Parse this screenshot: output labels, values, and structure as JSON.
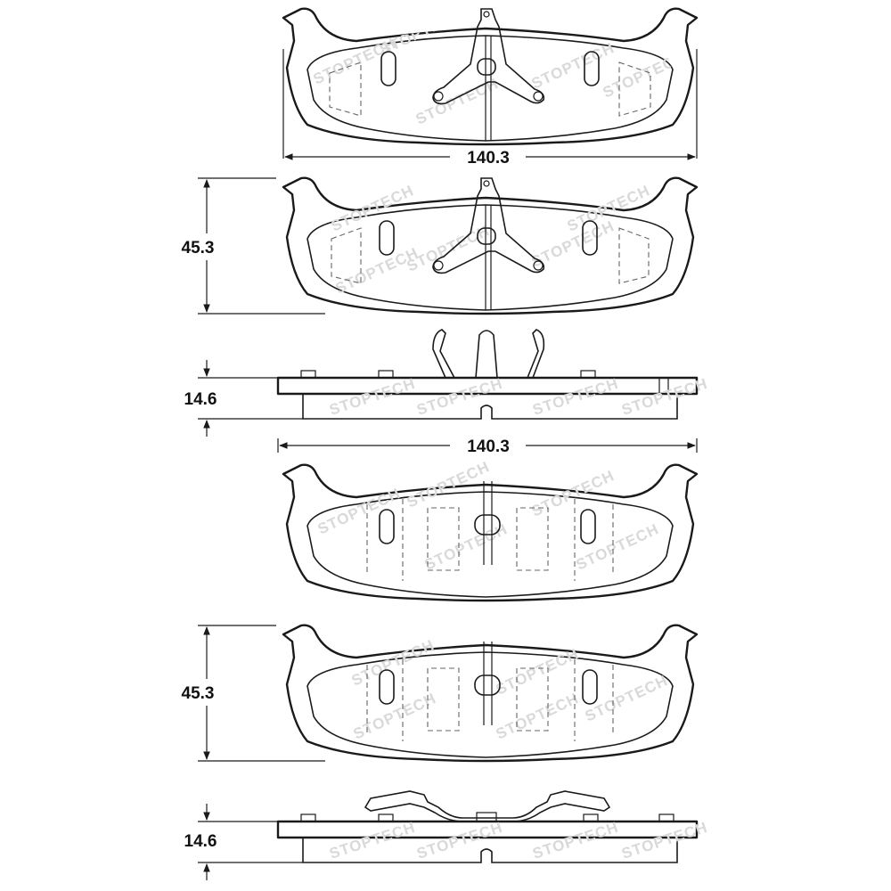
{
  "dimensions": {
    "width_top": "140.3",
    "height_top": "45.3",
    "thickness_top": "14.6",
    "width_bottom": "140.3",
    "height_bottom": "45.3",
    "thickness_bottom": "14.6"
  },
  "watermark": {
    "brand_a": "STOP",
    "brand_b": "TECH"
  },
  "colors": {
    "line": "#1a1a1a",
    "watermark": "#d9d9d9"
  }
}
